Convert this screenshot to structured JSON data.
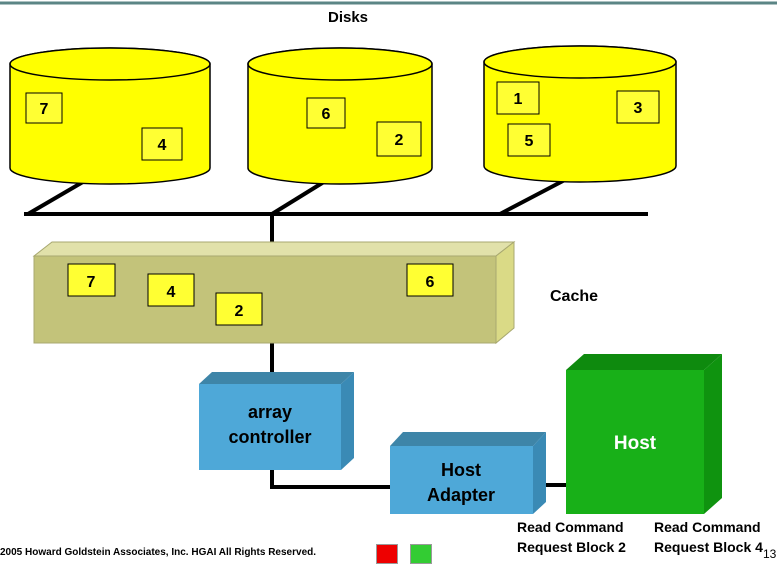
{
  "title": "Disks",
  "disks": [
    {
      "blocks": [
        "7",
        "4"
      ]
    },
    {
      "blocks": [
        "6",
        "2"
      ]
    },
    {
      "blocks": [
        "1",
        "3",
        "5"
      ]
    }
  ],
  "cache": {
    "label": "Cache",
    "blocks": [
      "7",
      "4",
      "2",
      "6"
    ]
  },
  "array_controller": {
    "label_line1": "array",
    "label_line2": "controller"
  },
  "host_adapter": {
    "label_line1": "Host",
    "label_line2": "Adapter"
  },
  "host": {
    "label": "Host"
  },
  "read_commands": [
    {
      "line1": "Read Command",
      "line2": "Request Block 2"
    },
    {
      "line1": "Read Command",
      "line2": "Request Block 4"
    }
  ],
  "footer": {
    "copyright": "2005 Howard Goldstein Associates, Inc. HGAI All Rights Reserved.",
    "page_number": "13"
  },
  "colors": {
    "disk_fill": "#ffff00",
    "block_fill": "#ffff33",
    "cache_fill": "#c3c37a",
    "controller_fill": "#4ea8d8",
    "host_fill": "#18b018",
    "header_line": "#5b8585",
    "nav_red": "#ee0000",
    "nav_green": "#33cc33"
  },
  "icons": [
    "red-square-icon",
    "green-square-icon"
  ]
}
